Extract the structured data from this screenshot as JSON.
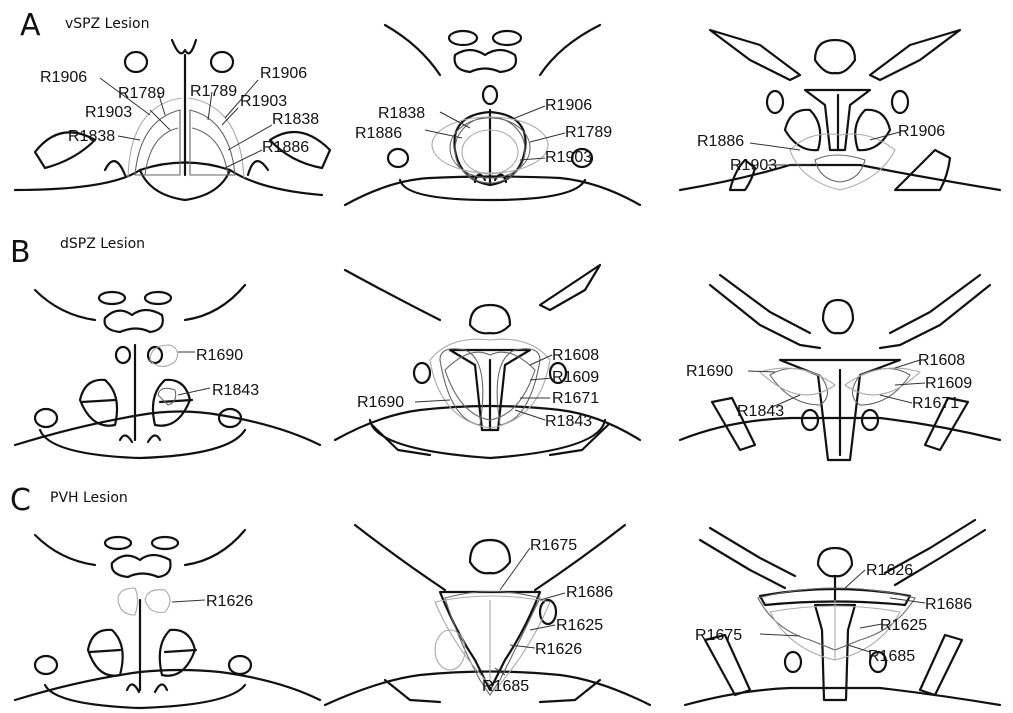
{
  "rows": [
    {
      "letter": "A",
      "title": "vSPZ Lesion",
      "panels": [
        {
          "labels": [
            "R1906",
            "R1789",
            "R1903",
            "R1838",
            "R1789",
            "R1906",
            "R1903",
            "R1838",
            "R1886"
          ]
        },
        {
          "labels": [
            "R1838",
            "R1886",
            "R1906",
            "R1789",
            "R1903"
          ]
        },
        {
          "labels": [
            "R1886",
            "R1903",
            "R1906"
          ]
        }
      ]
    },
    {
      "letter": "B",
      "title": "dSPZ Lesion",
      "panels": [
        {
          "labels": [
            "R1690",
            "R1843"
          ]
        },
        {
          "labels": [
            "R1608",
            "R1609",
            "R1690",
            "R1671",
            "R1843"
          ]
        },
        {
          "labels": [
            "R1690",
            "R1608",
            "R1609",
            "R1843",
            "R1671"
          ]
        }
      ]
    },
    {
      "letter": "C",
      "title": "PVH Lesion",
      "panels": [
        {
          "labels": [
            "R1626"
          ]
        },
        {
          "labels": [
            "R1675",
            "R1686",
            "R1625",
            "R1626",
            "R1685"
          ]
        },
        {
          "labels": [
            "R1626",
            "R1686",
            "R1675",
            "R1625",
            "R1685"
          ]
        }
      ]
    }
  ]
}
